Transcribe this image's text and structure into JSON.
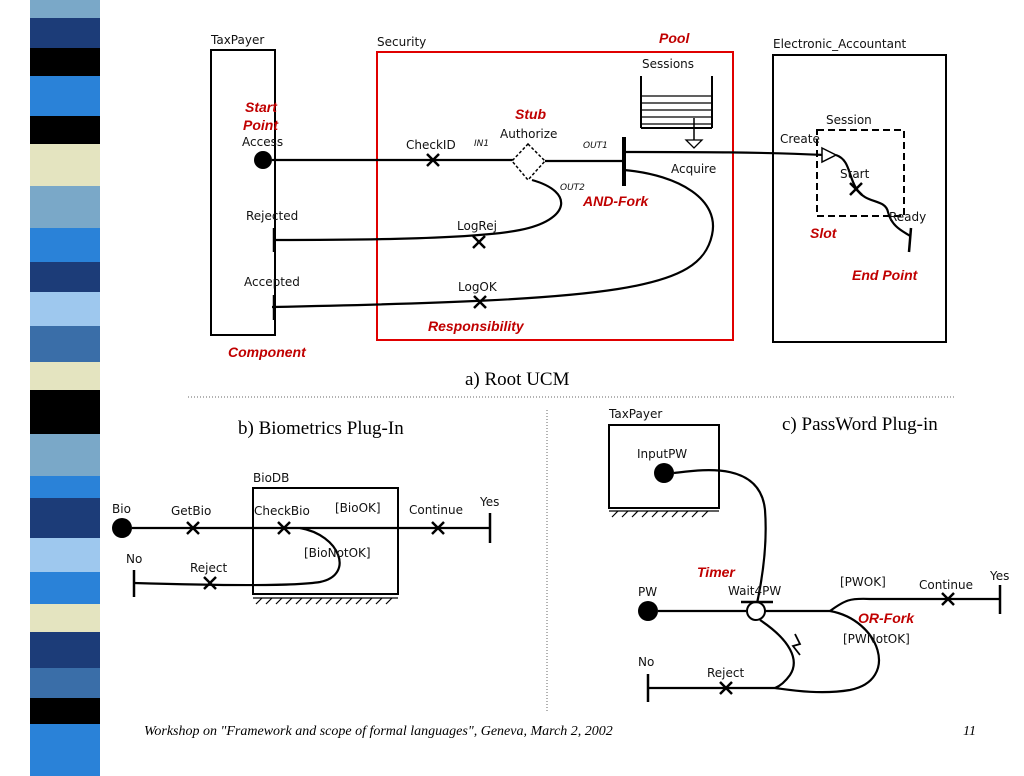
{
  "captions": {
    "root": "a) Root UCM",
    "biometrics": "b) Biometrics Plug-In",
    "password": "c) PassWord Plug-in"
  },
  "annotations": {
    "pool": "Pool",
    "stub": "Stub",
    "start_point_1": "Start",
    "start_point_2": "Point",
    "and_fork": "AND-Fork",
    "slot": "Slot",
    "end_point": "End Point",
    "responsibility": "Responsibility",
    "component": "Component",
    "timer": "Timer",
    "or_fork": "OR-Fork"
  },
  "root_ucm": {
    "components": {
      "taxpayer": "TaxPayer",
      "security": "Security",
      "electronic_accountant": "Electronic_Accountant",
      "sessions": "Sessions",
      "session": "Session"
    },
    "labels": {
      "access": "Access",
      "rejected": "Rejected",
      "accepted": "Accepted",
      "checkid": "CheckID",
      "in1": "IN1",
      "authorize": "Authorize",
      "out1": "OUT1",
      "out2": "OUT2",
      "logrej": "LogRej",
      "logok": "LogOK",
      "acquire": "Acquire",
      "create": "Create",
      "start": "Start",
      "ready": "Ready"
    }
  },
  "biometrics": {
    "component": "BioDB",
    "labels": {
      "bio": "Bio",
      "getbio": "GetBio",
      "checkbio": "CheckBio",
      "biook": "[BioOK]",
      "bionotok": "[BioNotOK]",
      "continue": "Continue",
      "yes": "Yes",
      "no": "No",
      "reject": "Reject"
    }
  },
  "password": {
    "component": "TaxPayer",
    "labels": {
      "inputpw": "InputPW",
      "pw": "PW",
      "waitpw": "Wait4PW",
      "pwok": "[PWOK]",
      "pwnotok": "[PWNotOK]",
      "continue": "Continue",
      "yes": "Yes",
      "no": "No",
      "reject": "Reject"
    }
  },
  "footer": {
    "text": "Workshop on \"Framework and scope of formal languages\", Geneva, March 2, 2002",
    "page": "11"
  },
  "colors": {
    "annotation_red": "#c00000",
    "pool_border": "#e00000",
    "strip": [
      "#7aa8c8",
      "#1c3c78",
      "#e4e4c0",
      "#2a82d8",
      "#000000",
      "#9ec8ee",
      "#3a6ea8"
    ]
  }
}
